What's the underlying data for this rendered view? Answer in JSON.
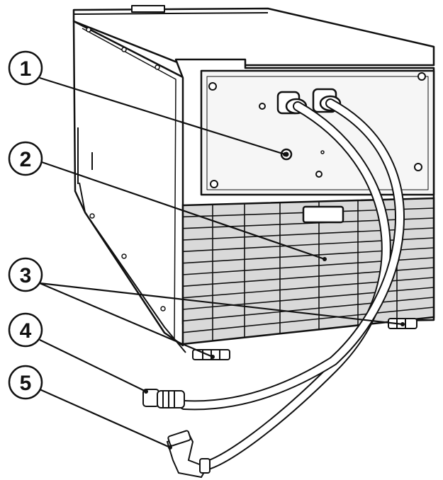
{
  "colors": {
    "line": "#111111",
    "body_fill": "#ffffff",
    "panel_fill": "#f6f6f6",
    "grille_fill": "#d9d9d9",
    "hose_fill": "#ffffff"
  },
  "callouts": [
    {
      "number": "1",
      "part": "front-panel-port"
    },
    {
      "number": "2",
      "part": "vent-grille"
    },
    {
      "number": "3",
      "part": "feet"
    },
    {
      "number": "4",
      "part": "hose-connector-straight"
    },
    {
      "number": "5",
      "part": "hose-connector-angled"
    }
  ]
}
